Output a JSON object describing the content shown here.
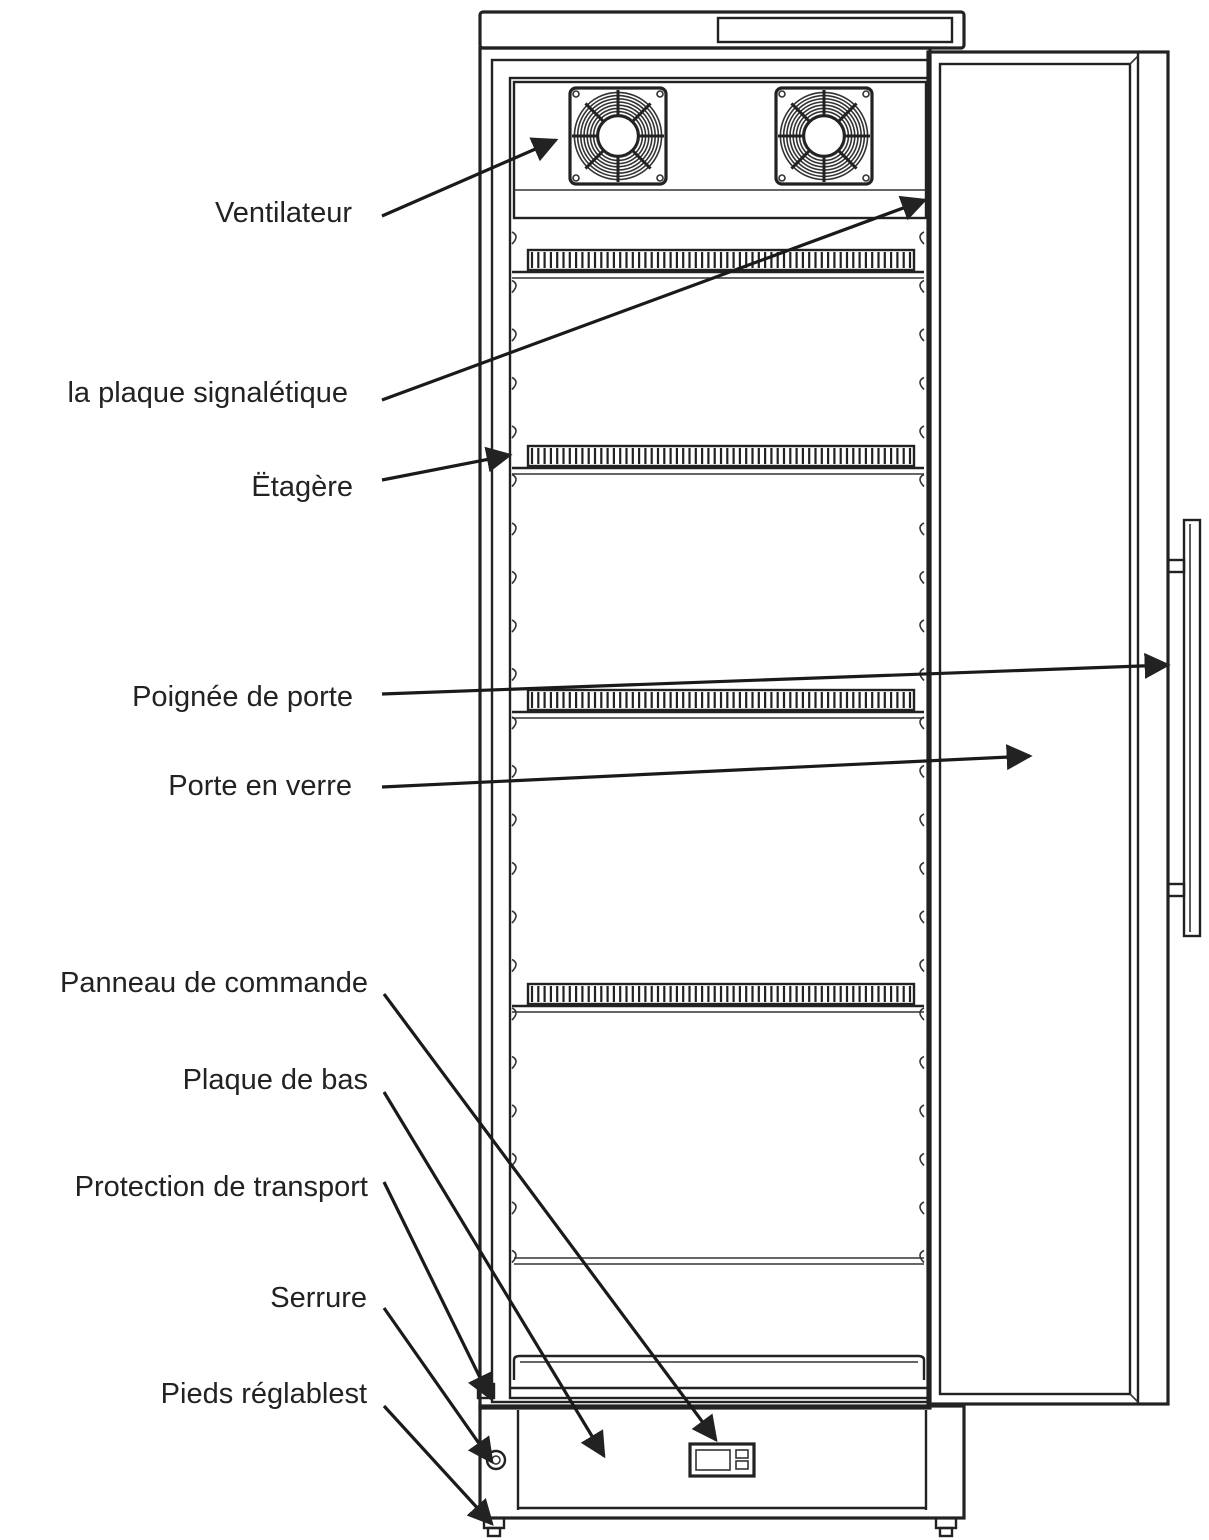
{
  "labels": {
    "ventilateur": "Ventilateur",
    "plaque_signaletique": "la plaque signalétique",
    "etagere": "Ëtagère",
    "poignee": "Poignée de porte",
    "porte_verre": "Porte en verre",
    "panneau": "Panneau de commande",
    "plaque_bas": "Plaque de bas",
    "protection": "Protection de transport",
    "serrure": "Serrure",
    "pieds": "Pieds réglablest"
  },
  "colors": {
    "line": "#222222",
    "text": "#222222",
    "background": "#ffffff"
  }
}
